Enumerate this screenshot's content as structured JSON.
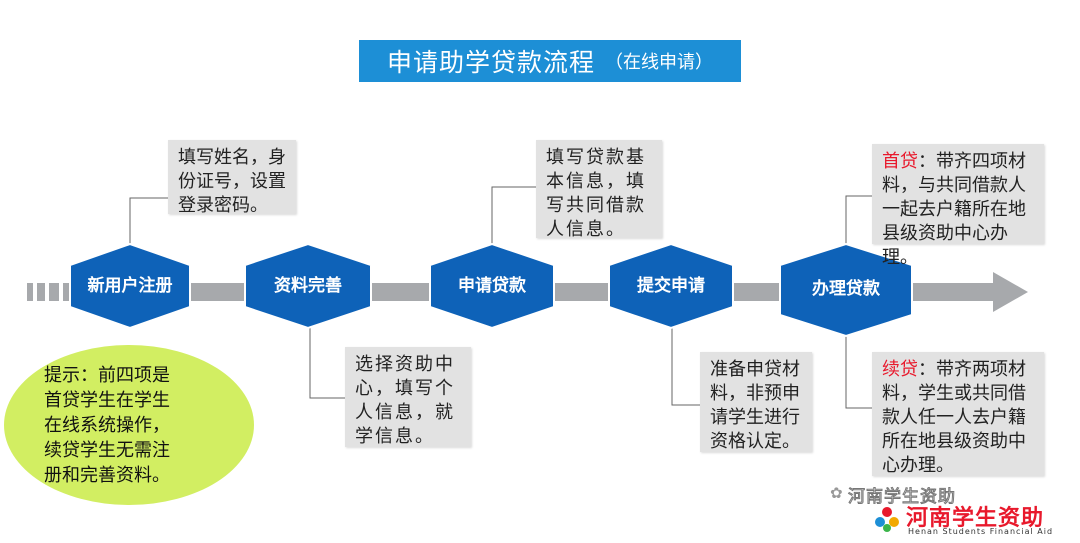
{
  "title": {
    "main": "申请助学贷款流程",
    "sub": "（在线申请）"
  },
  "steps": [
    {
      "label": "新用户注册"
    },
    {
      "label": "资料完善"
    },
    {
      "label": "申请贷款"
    },
    {
      "label": "提交申请"
    },
    {
      "label": "办理贷款"
    }
  ],
  "notes": {
    "register": [
      "填写姓名，身",
      "份证号，设置",
      "登录密码。"
    ],
    "complete": [
      "选择资助中",
      "心，填写个",
      "人信息，就",
      "学信息。"
    ],
    "apply": [
      "填写贷款基",
      "本信息，填",
      "写共同借款",
      "人信息。"
    ],
    "submit": [
      "准备申贷材",
      "料，非预申",
      "请学生进行",
      "资格认定。"
    ],
    "first_loan": {
      "keyword": "首贷",
      "first_line_rest": "：带齐四项材",
      "lines": [
        "料，与共同借款人",
        "一起去户籍所在地",
        "县级资助中心办理。"
      ]
    },
    "renew_loan": {
      "keyword": "续贷",
      "first_line_rest": "：带齐两项材",
      "lines": [
        "料，学生或共同借",
        "款人任一人去户籍",
        "所在地县级资助中",
        "心办理。"
      ]
    }
  },
  "tip": [
    "提示：前四项是",
    "首贷学生在学生",
    "在线系统操作，",
    "续贷学生无需注",
    "册和完善资料。"
  ],
  "watermark": {
    "account": "河南学生资助",
    "logo_cn": "河南学生资助",
    "logo_en": "Henan Students Financial Aid"
  },
  "colors": {
    "title_bg": "#1d8fd6",
    "hex_fill": "#0e62b8",
    "hex_label": "#ffffff",
    "arrow": "#a7a9ac",
    "note_bg": "#e2e2e2",
    "keyword": "#e8192c",
    "tip_bg": "#d2ee62"
  }
}
